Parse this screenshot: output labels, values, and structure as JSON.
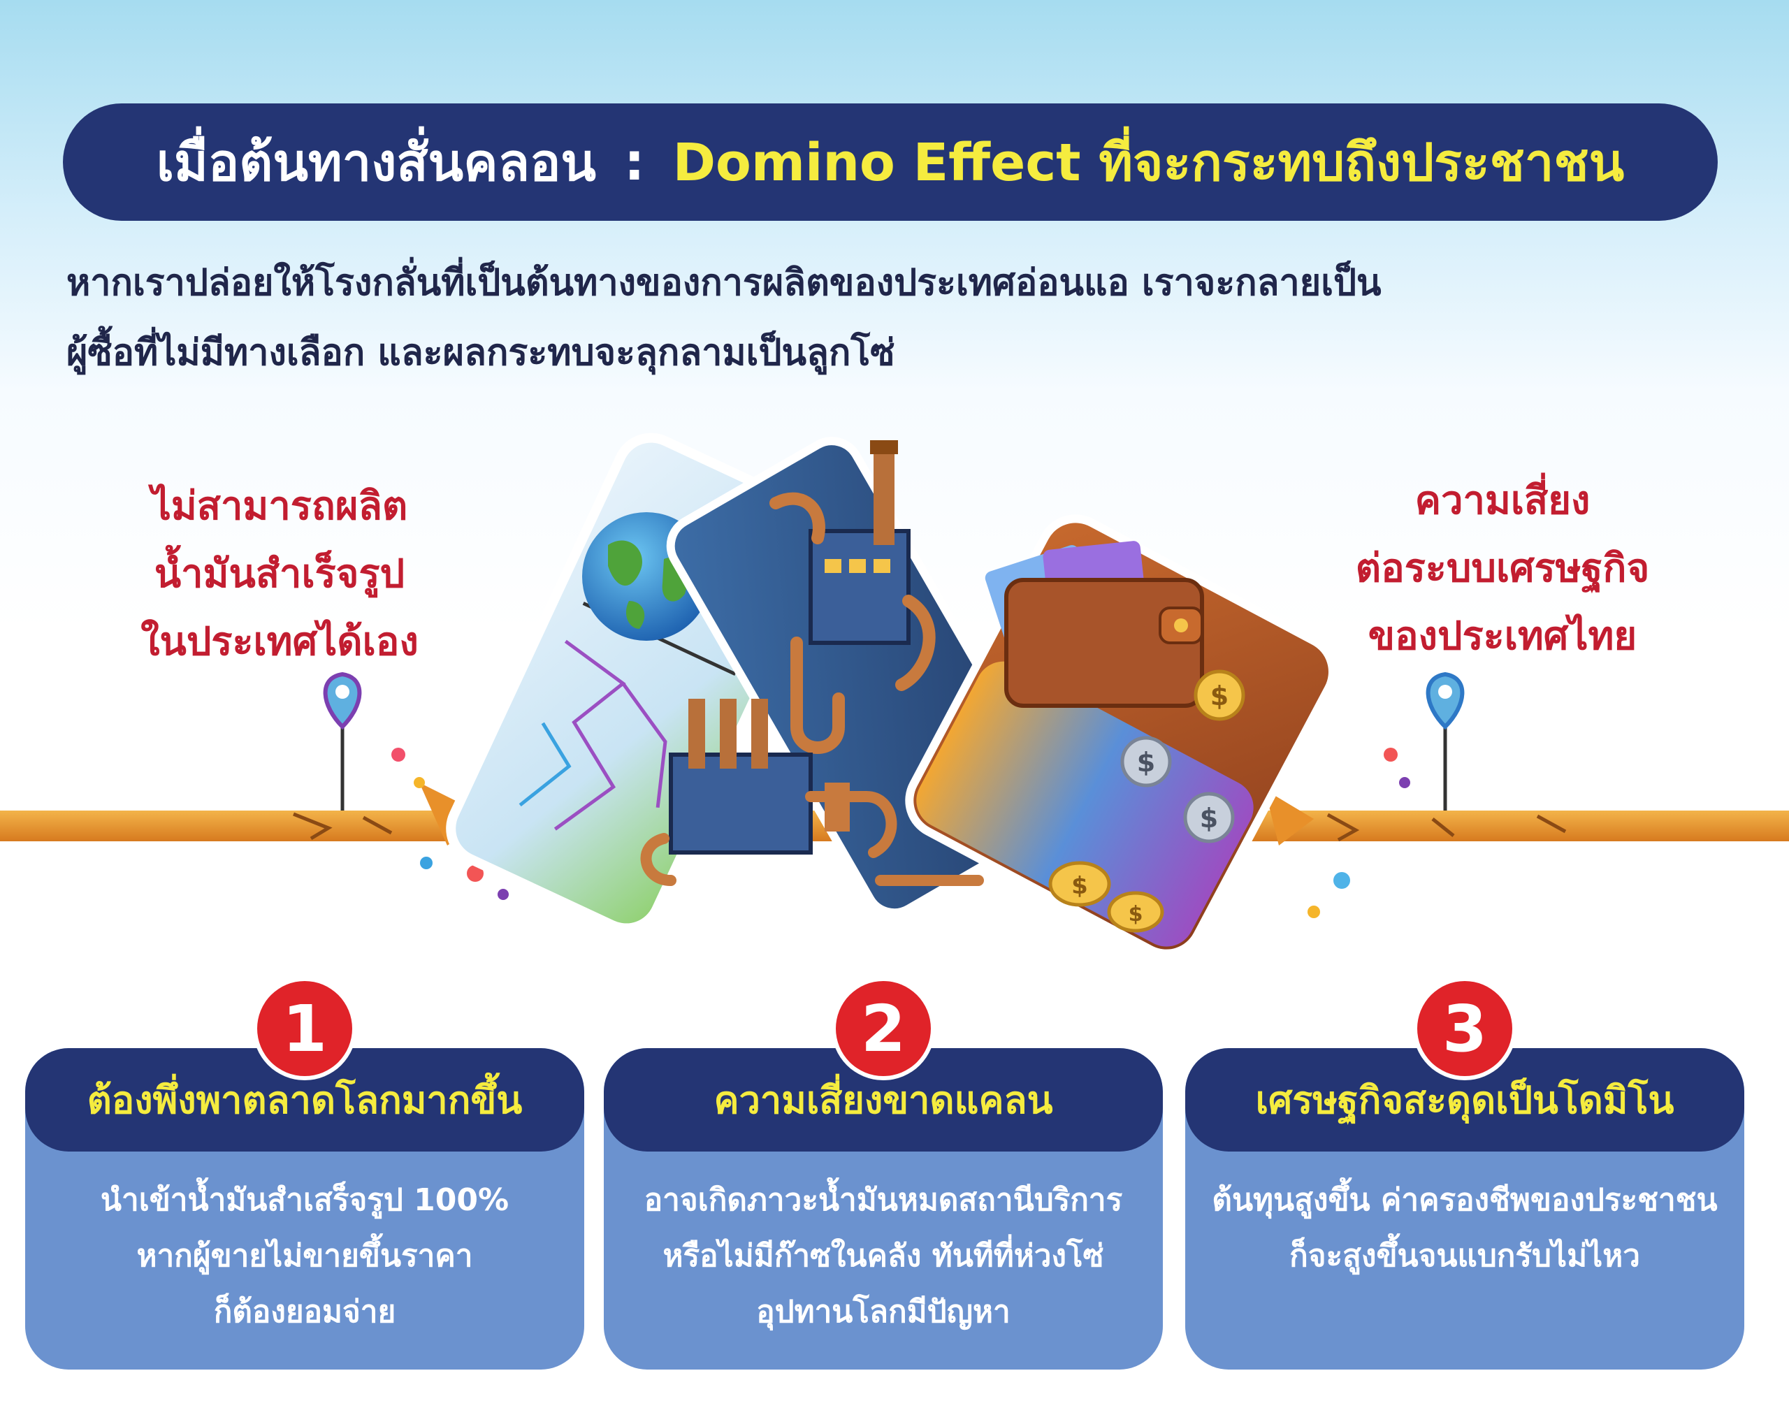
{
  "header": {
    "title_part1": "เมื่อต้นทางสั่นคลอน",
    "separator": ":",
    "title_part2": "Domino Effect ที่จะกระทบถึงประชาชน"
  },
  "intro": {
    "line1": "หากเราปล่อยให้โรงกลั่นที่เป็นต้นทางของการผลิตของประเทศอ่อนแอ เราจะกลายเป็น",
    "line2": "ผู้ซื้อที่ไม่มีทางเลือก และผลกระทบจะลุกลามเป็นลูกโซ่"
  },
  "left_label": [
    "ไม่สามารถผลิต",
    "น้ำมันสำเร็จรูป",
    "ในประเทศได้เอง"
  ],
  "right_label": [
    "ความเสี่ยง",
    "ต่อระบบเศรษฐกิจ",
    "ของประเทศไทย"
  ],
  "illustration": {
    "icons": [
      "globe-icon",
      "factory-icon",
      "wallet-icon",
      "coin-icon",
      "map-pin-icon"
    ],
    "coin_symbol": "$"
  },
  "cards": [
    {
      "number": "1",
      "heading": "ต้องพึ่งพาตลาดโลกมากขึ้น",
      "lines": [
        "นำเข้าน้ำมันสำเสร็จรูป 100%",
        "หากผู้ขายไม่ขายขึ้นราคา",
        "ก็ต้องยอมจ่าย"
      ]
    },
    {
      "number": "2",
      "heading": "ความเสี่ยงขาดแคลน",
      "lines": [
        "อาจเกิดภาวะน้ำมันหมดสถานีบริการ",
        "หรือไม่มีก๊าซในคลัง ทันทีที่ห่วงโซ่",
        "อุปทานโลกมีปัญหา"
      ]
    },
    {
      "number": "3",
      "heading": "เศรษฐกิจสะดุดเป็นโดมิโน",
      "lines": [
        "ต้นทุนสูงขึ้น ค่าครองชีพของประชาชน",
        "ก็จะสูงขึ้นจนแบกรับไม่ไหว"
      ]
    }
  ],
  "colors": {
    "navy": "#243574",
    "yellow": "#f5ec3f",
    "red": "#c21d30",
    "badge_red": "#e02329",
    "card_blue": "#6b92cf",
    "road_orange": "#e8902a"
  }
}
